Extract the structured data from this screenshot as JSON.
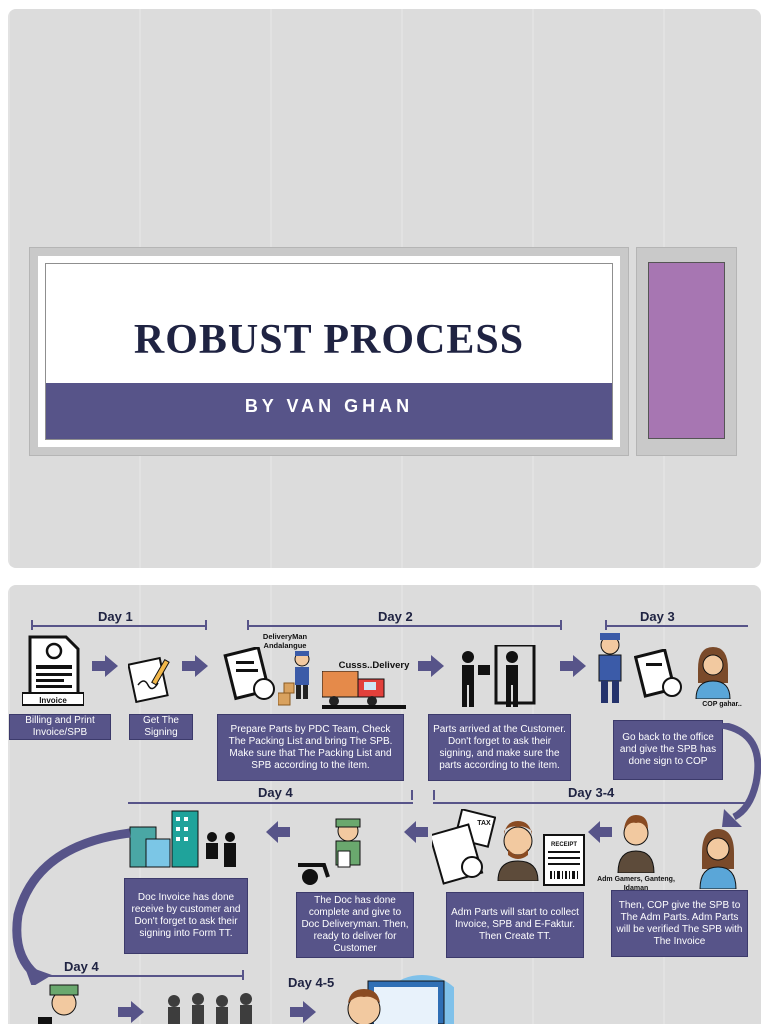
{
  "slide1": {
    "title": "ROBUST PROCESS",
    "subtitle": "BY VAN GHAN",
    "accent_color": "#a776b2",
    "band_color": "#575489"
  },
  "slide2": {
    "days": {
      "day1": "Day 1",
      "day2": "Day 2",
      "day3": "Day 3",
      "day4_top": "Day 4",
      "day34": "Day 3-4",
      "day4_bottom": "Day 4",
      "day45": "Day 4-5"
    },
    "icon_labels": {
      "invoice": "Invoice",
      "deliveryman": "DeliveryMan Andalangue",
      "truck": "Cusss..Delivery",
      "cop": "COP gahar..",
      "adm": "Adm Gamers, Ganteng, Idaman",
      "tax": "TAX",
      "receipt": "RECEIPT"
    },
    "boxes": {
      "billing": "Billing and Print Invoice/SPB",
      "signing": "Get The Signing",
      "prepare": "Prepare Parts by PDC Team, Check The Packing List and bring The SPB. Make sure that The Packing List and SPB according to the item.",
      "arrived": "Parts arrived at the Customer. Don't forget to ask their signing, and make sure the parts according to the item.",
      "goback": "Go back to the office and give the SPB has done sign to COP",
      "docinvoice": "Doc Invoice has done receive by customer and Don't forget to ask their signing into Form TT.",
      "docdone": "The Doc has done complete and give to Doc Deliveryman. Then, ready to deliver for Customer",
      "admparts": "Adm Parts will start to collect Invoice, SPB and E-Faktur. Then Create TT.",
      "copgive": "Then, COP give the SPB to The Adm Parts. Adm Parts will be verified The SPB with The Invoice"
    }
  }
}
